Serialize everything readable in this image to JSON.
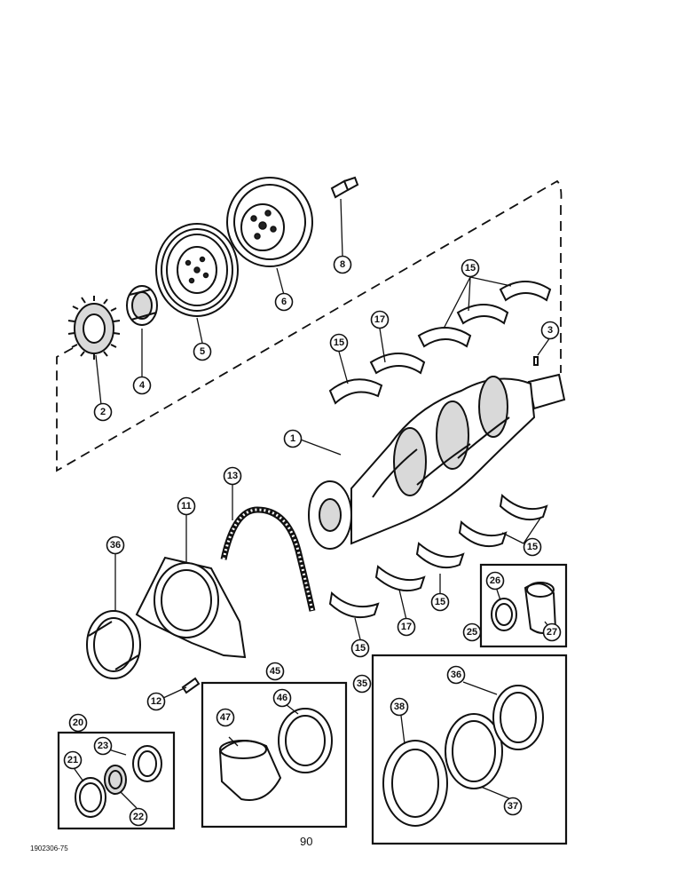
{
  "page": {
    "page_number": "90",
    "reference_code": "1902306-75"
  },
  "callouts": {
    "c1": "1",
    "c2": "2",
    "c3": "3",
    "c4": "4",
    "c5": "5",
    "c6": "6",
    "c8": "8",
    "c11": "11",
    "c12": "12",
    "c13": "13",
    "c15a": "15",
    "c15b": "15",
    "c15c": "15",
    "c15d": "15",
    "c15e": "15",
    "c17a": "17",
    "c17b": "17",
    "c20": "20",
    "c21": "21",
    "c22": "22",
    "c23": "23",
    "c25": "25",
    "c26": "26",
    "c27": "27",
    "c35": "35",
    "c36a": "36",
    "c36b": "36",
    "c37": "37",
    "c38": "38",
    "c45": "45",
    "c46": "46",
    "c47": "47"
  }
}
